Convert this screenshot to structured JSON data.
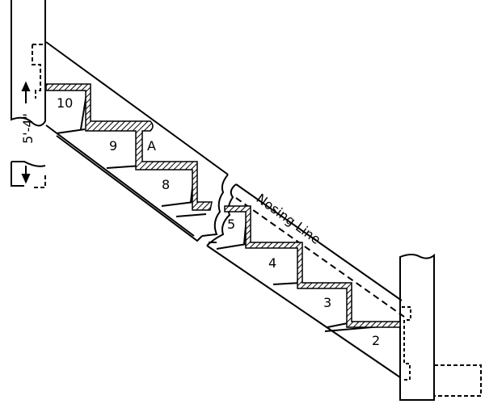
{
  "figure": {
    "step_labels": [
      "10",
      "9",
      "8",
      "5",
      "4",
      "3",
      "2"
    ],
    "point_label": "A",
    "nosing_line_label": "Nosing Line",
    "height_dimension": "5'-4\""
  },
  "colors": {
    "ink": "#000000",
    "paper": "#ffffff"
  }
}
